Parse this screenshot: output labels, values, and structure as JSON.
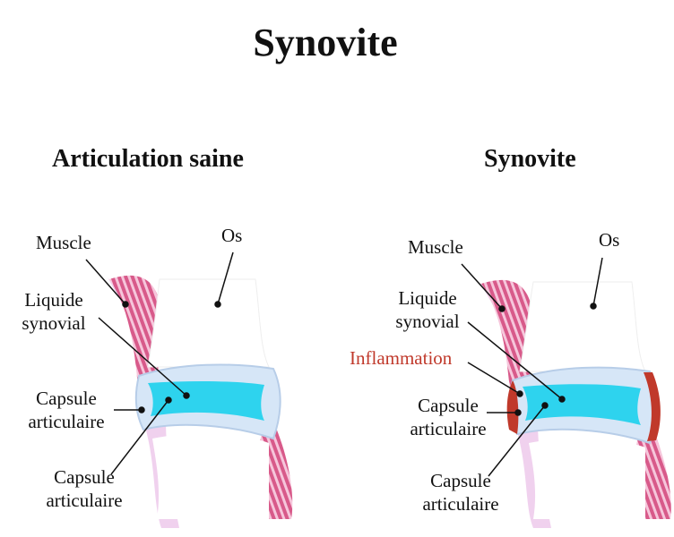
{
  "title": "Synovite",
  "left_panel": {
    "heading": "Articulation saine",
    "labels": {
      "muscle": "Muscle",
      "bone": "Os",
      "fluid_line1": "Liquide",
      "fluid_line2": "synovial",
      "capsule1_line1": "Capsule",
      "capsule1_line2": "articulaire",
      "capsule2_line1": "Capsule",
      "capsule2_line2": "articulaire"
    }
  },
  "right_panel": {
    "heading": "Synovite",
    "labels": {
      "muscle": "Muscle",
      "bone": "Os",
      "fluid_line1": "Liquide",
      "fluid_line2": "synovial",
      "inflammation": "Inflammation",
      "capsule1_line1": "Capsule",
      "capsule1_line2": "articulaire",
      "capsule2_line1": "Capsule",
      "capsule2_line2": "articulaire"
    }
  },
  "colors": {
    "muscle": "#d85a8a",
    "capsule": "#cfe0f5",
    "fluid": "#2ed3ee",
    "membrane": "#e8a8d8",
    "inflammation": "#c0392b"
  }
}
